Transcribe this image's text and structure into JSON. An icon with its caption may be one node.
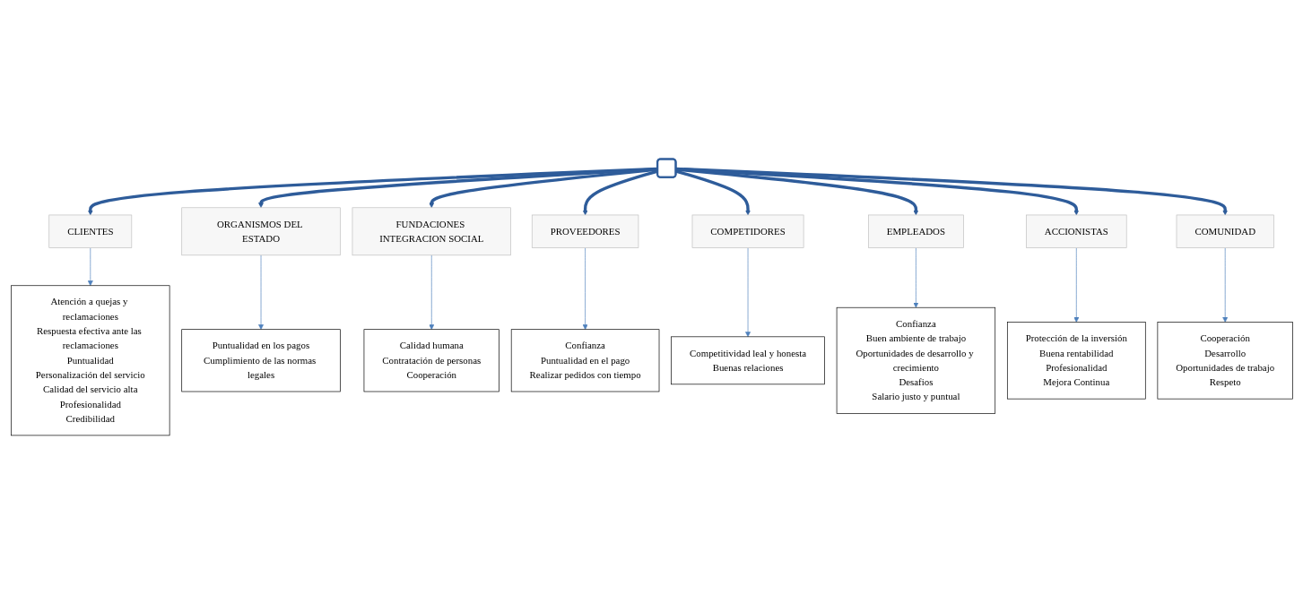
{
  "diagram": {
    "nodes": [
      {
        "text": [],
        "shape": "ellipse"
      },
      {
        "text": [
          "CLIENTES"
        ]
      },
      {
        "text": [
          "Atención a quejas y reclamaciones",
          "Respuesta efectiva ante las reclamaciones",
          "Puntualidad",
          "Personalización del servicio",
          "Calidad del servicio alta",
          "Profesionalidad",
          "Credibilidad"
        ]
      },
      {
        "text": [
          "ORGANISMOS DEL ESTADO"
        ]
      },
      {
        "text": [
          "Puntualidad en los pagos",
          "Cumplimiento de las normas legales"
        ]
      },
      {
        "text": [
          "FUNDACIONES INTEGRACION SOCIAL"
        ]
      },
      {
        "text": [
          "Calidad humana",
          "Contratación de personas",
          "Cooperación"
        ]
      },
      {
        "text": [
          "PROVEEDORES"
        ]
      },
      {
        "text": [
          "Confianza",
          "Puntualidad en el pago",
          "Realizar pedidos con tiempo"
        ]
      },
      {
        "text": [
          "COMPETIDORES"
        ]
      },
      {
        "text": [
          "Competitividad leal y honesta",
          "Buenas relaciones"
        ]
      },
      {
        "text": [
          "EMPLEADOS"
        ]
      },
      {
        "text": [
          "Confianza",
          "Buen ambiente de trabajo",
          "Oportunidades de desarrollo y crecimiento",
          "Desafios",
          "Salario justo y puntual"
        ]
      },
      {
        "text": [
          "ACCIONISTAS"
        ]
      },
      {
        "text": [
          "Protección de la inversión",
          "Buena rentabilidad",
          "Profesionalidad",
          "Mejora Continua"
        ]
      },
      {
        "text": [
          "COMUNIDAD"
        ]
      },
      {
        "text": [
          "Cooperación",
          "Desarrollo",
          "Oportunidades de trabajo",
          "Respeto"
        ]
      }
    ],
    "edges": [
      {
        "from": 0,
        "to": 1,
        "arrow": "to",
        "style": "thick"
      },
      {
        "from": 0,
        "to": 3,
        "arrow": "to",
        "style": "thick"
      },
      {
        "from": 0,
        "to": 5,
        "arrow": "to",
        "style": "thick"
      },
      {
        "from": 0,
        "to": 7,
        "arrow": "to",
        "style": "thick"
      },
      {
        "from": 0,
        "to": 9,
        "arrow": "to",
        "style": "thick"
      },
      {
        "from": 0,
        "to": 11,
        "arrow": "to",
        "style": "thick"
      },
      {
        "from": 0,
        "to": 13,
        "arrow": "to",
        "style": "thick"
      },
      {
        "from": 0,
        "to": 15,
        "arrow": "to",
        "style": "thick"
      },
      {
        "from": 1,
        "to": 2,
        "arrow": "to"
      },
      {
        "from": 3,
        "to": 4,
        "arrow": "to"
      },
      {
        "from": 5,
        "to": 6,
        "arrow": "to"
      },
      {
        "from": 7,
        "to": 8,
        "arrow": "to"
      },
      {
        "from": 9,
        "to": 10,
        "arrow": "to"
      },
      {
        "from": 11,
        "to": 12,
        "arrow": "to"
      },
      {
        "from": 13,
        "to": 14,
        "arrow": "to"
      },
      {
        "from": 15,
        "to": 16,
        "arrow": "to"
      }
    ]
  }
}
